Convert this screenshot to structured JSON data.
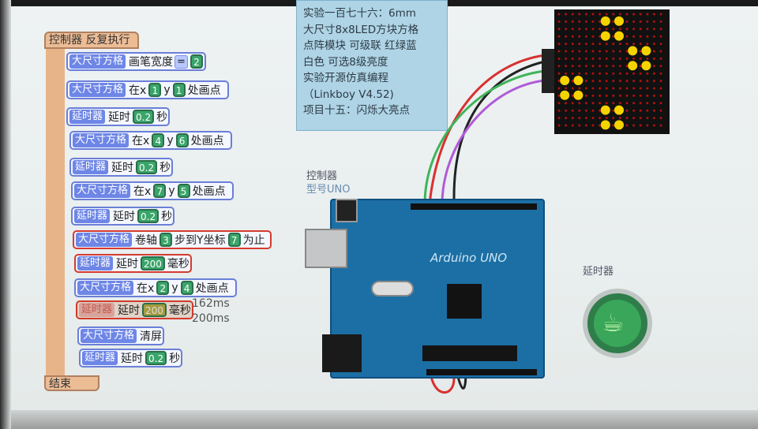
{
  "program": {
    "loop_label": "控制器 反复执行",
    "loop_end_label": "结束",
    "statements": [
      {
        "device": "大尺寸方格",
        "parts": [
          {
            "t": "text",
            "v": "画笔宽度"
          },
          {
            "t": "op",
            "v": "="
          },
          {
            "t": "num",
            "v": "2"
          }
        ],
        "style": "normal"
      },
      {
        "device": "大尺寸方格",
        "parts": [
          {
            "t": "text",
            "v": "在x"
          },
          {
            "t": "num",
            "v": "1"
          },
          {
            "t": "text",
            "v": "y"
          },
          {
            "t": "num",
            "v": "1"
          },
          {
            "t": "text",
            "v": "处画点"
          }
        ],
        "style": "normal"
      },
      {
        "device": "延时器",
        "parts": [
          {
            "t": "text",
            "v": "延时"
          },
          {
            "t": "num",
            "v": "0.2"
          },
          {
            "t": "text",
            "v": "秒"
          }
        ],
        "style": "normal"
      },
      {
        "device": "大尺寸方格",
        "parts": [
          {
            "t": "text",
            "v": "在x"
          },
          {
            "t": "num",
            "v": "4"
          },
          {
            "t": "text",
            "v": "y"
          },
          {
            "t": "num",
            "v": "6"
          },
          {
            "t": "text",
            "v": "处画点"
          }
        ],
        "style": "normal"
      },
      {
        "device": "延时器",
        "parts": [
          {
            "t": "text",
            "v": "延时"
          },
          {
            "t": "num",
            "v": "0.2"
          },
          {
            "t": "text",
            "v": "秒"
          }
        ],
        "style": "normal"
      },
      {
        "device": "大尺寸方格",
        "parts": [
          {
            "t": "text",
            "v": "在x"
          },
          {
            "t": "num",
            "v": "7"
          },
          {
            "t": "text",
            "v": "y"
          },
          {
            "t": "num",
            "v": "5"
          },
          {
            "t": "text",
            "v": "处画点"
          }
        ],
        "style": "normal"
      },
      {
        "device": "延时器",
        "parts": [
          {
            "t": "text",
            "v": "延时"
          },
          {
            "t": "num",
            "v": "0.2"
          },
          {
            "t": "text",
            "v": "秒"
          }
        ],
        "style": "normal"
      },
      {
        "device": "大尺寸方格",
        "parts": [
          {
            "t": "text",
            "v": "卷轴"
          },
          {
            "t": "num",
            "v": "3"
          },
          {
            "t": "text",
            "v": "步到Y坐标"
          },
          {
            "t": "num",
            "v": "7"
          },
          {
            "t": "text",
            "v": "为止"
          }
        ],
        "style": "hl"
      },
      {
        "device": "延时器",
        "parts": [
          {
            "t": "text",
            "v": "延时"
          },
          {
            "t": "num",
            "v": "200"
          },
          {
            "t": "text",
            "v": "毫秒"
          }
        ],
        "style": "hl"
      },
      {
        "device": "大尺寸方格",
        "parts": [
          {
            "t": "text",
            "v": "在x"
          },
          {
            "t": "num",
            "v": "2"
          },
          {
            "t": "text",
            "v": "y"
          },
          {
            "t": "num",
            "v": "4"
          },
          {
            "t": "text",
            "v": "处画点"
          }
        ],
        "style": "normal"
      },
      {
        "device": "延时器",
        "parts": [
          {
            "t": "text",
            "v": "延时"
          },
          {
            "t": "num",
            "v": "200"
          },
          {
            "t": "text",
            "v": "毫秒"
          }
        ],
        "style": "active"
      },
      {
        "device": "大尺寸方格",
        "parts": [
          {
            "t": "text",
            "v": "清屏"
          }
        ],
        "style": "normal"
      },
      {
        "device": "延时器",
        "parts": [
          {
            "t": "text",
            "v": "延时"
          },
          {
            "t": "num",
            "v": "0.2"
          },
          {
            "t": "text",
            "v": "秒"
          }
        ],
        "style": "normal"
      }
    ],
    "timing_notes": [
      "162ms",
      "200ms"
    ]
  },
  "info_box": {
    "lines": [
      "实验一百七十六：6mm",
      "大尺寸8x8LED方块方格",
      "点阵模块 可级联 红绿蓝",
      "白色 可选8级亮度",
      "实验开源仿真编程",
      "（Linkboy V4.52)",
      "项目十五：闪烁大亮点"
    ]
  },
  "controller": {
    "label": "控制器",
    "model": "型号UNO",
    "board_text": "Arduino UNO"
  },
  "timer_device": {
    "label": "延时器"
  },
  "led_matrix": {
    "lit_cells": [
      [
        1,
        4
      ],
      [
        1,
        5
      ],
      [
        2,
        4
      ],
      [
        2,
        5
      ],
      [
        5,
        1
      ],
      [
        5,
        2
      ],
      [
        6,
        1
      ],
      [
        6,
        2
      ],
      [
        7,
        4
      ],
      [
        7,
        5
      ],
      [
        8,
        4
      ],
      [
        8,
        5
      ],
      [
        3,
        6
      ],
      [
        3,
        7
      ],
      [
        4,
        6
      ],
      [
        4,
        7
      ]
    ],
    "lit_color": "#f5d300",
    "off_color": "#b01010"
  },
  "colors": {
    "wire_red": "#d93030",
    "wire_green": "#3fb35a",
    "wire_purple": "#b05ad8",
    "wire_black": "#222222",
    "board_blue": "#1c6fa4"
  }
}
